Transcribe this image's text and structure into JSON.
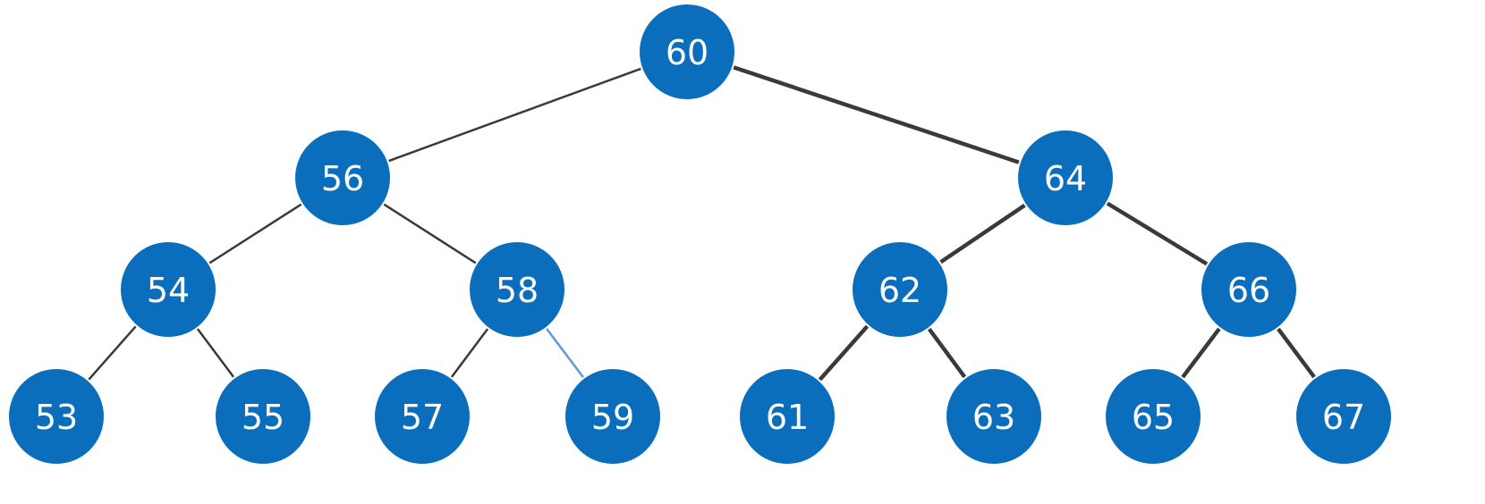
{
  "tree": {
    "node_color": "#0a6ebd",
    "edge_color": "#3a3a3a",
    "highlight_edge_color": "#5b9bd5",
    "nodes": [
      {
        "id": "n60",
        "label": "60"
      },
      {
        "id": "n56",
        "label": "56"
      },
      {
        "id": "n64",
        "label": "64"
      },
      {
        "id": "n54",
        "label": "54"
      },
      {
        "id": "n58",
        "label": "58"
      },
      {
        "id": "n62",
        "label": "62"
      },
      {
        "id": "n66",
        "label": "66"
      },
      {
        "id": "n53",
        "label": "53"
      },
      {
        "id": "n55",
        "label": "55"
      },
      {
        "id": "n57",
        "label": "57"
      },
      {
        "id": "n59",
        "label": "59"
      },
      {
        "id": "n61",
        "label": "61"
      },
      {
        "id": "n63",
        "label": "63"
      },
      {
        "id": "n65",
        "label": "65"
      },
      {
        "id": "n67",
        "label": "67"
      }
    ],
    "edges": [
      {
        "from": "n60",
        "to": "n56",
        "style": "thin"
      },
      {
        "from": "n60",
        "to": "n64",
        "style": "thick"
      },
      {
        "from": "n56",
        "to": "n54",
        "style": "thin"
      },
      {
        "from": "n56",
        "to": "n58",
        "style": "thin"
      },
      {
        "from": "n64",
        "to": "n62",
        "style": "thick"
      },
      {
        "from": "n64",
        "to": "n66",
        "style": "thick"
      },
      {
        "from": "n54",
        "to": "n53",
        "style": "thin"
      },
      {
        "from": "n54",
        "to": "n55",
        "style": "thin"
      },
      {
        "from": "n58",
        "to": "n57",
        "style": "thin"
      },
      {
        "from": "n58",
        "to": "n59",
        "style": "blue"
      },
      {
        "from": "n62",
        "to": "n61",
        "style": "thick"
      },
      {
        "from": "n62",
        "to": "n63",
        "style": "thick"
      },
      {
        "from": "n66",
        "to": "n65",
        "style": "thick"
      },
      {
        "from": "n66",
        "to": "n67",
        "style": "thick"
      }
    ]
  }
}
